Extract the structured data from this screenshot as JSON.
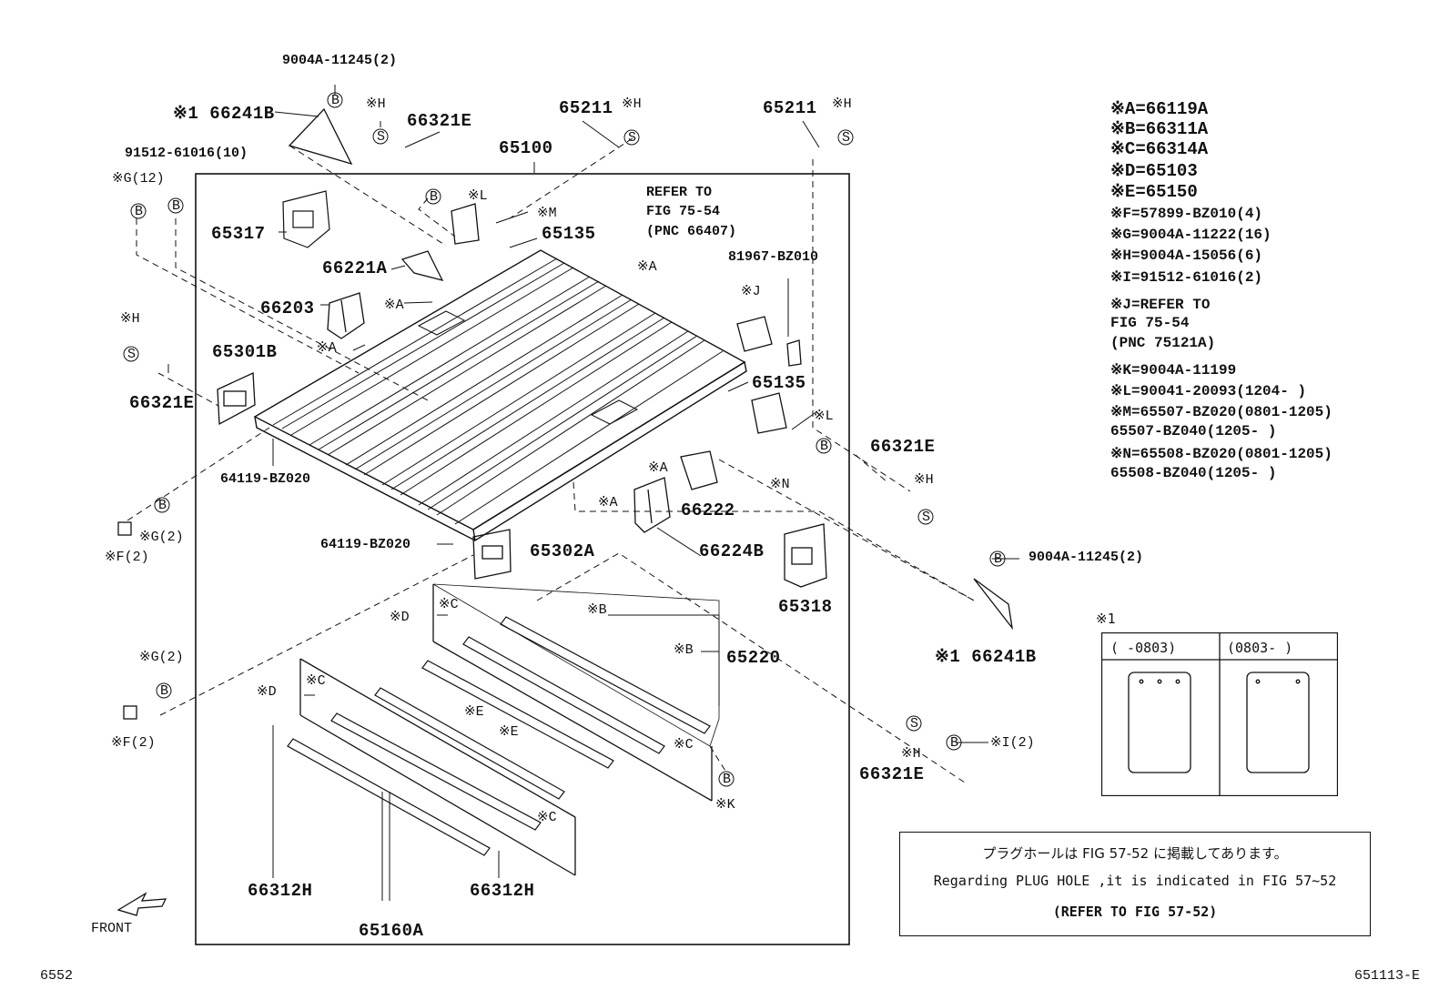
{
  "page": {
    "figure_code": "6552",
    "figure_ref": "651113-E"
  },
  "callouts": {
    "c_900_top": "9004A-11245(2)",
    "c_66241b_top": "※1  66241B",
    "c_h1": "※H",
    "c_66321e_top": "66321E",
    "c_65211_a": "65211",
    "c_h2": "※H",
    "c_65211_b": "65211",
    "c_h3": "※H",
    "c_91512": "91512-61016(10)",
    "c_g12": "※G(12)",
    "c_65100": "65100",
    "c_l": "※L",
    "c_m": "※M",
    "c_65135_a": "65135",
    "c_refer": "REFER TO",
    "c_fig": "FIG 75-54",
    "c_pnc": "(PNC 66407)",
    "c_81967": "81967-BZ010",
    "c_65317": "65317",
    "c_66221a": "66221A",
    "c_a1": "※A",
    "c_66203": "66203",
    "c_a2": "※A",
    "c_a3": "※A",
    "c_j": "※J",
    "c_h4": "※H",
    "c_65301b": "65301B",
    "c_66321e_left": "66321E",
    "c_65135_b": "65135",
    "c_l2": "※L",
    "c_64119_a": "64119-BZ020",
    "c_66321e_right": "66321E",
    "c_h5": "※H",
    "c_n": "※N",
    "c_a4": "※A",
    "c_a5": "※A",
    "c_66222": "66222",
    "c_g2a": "※G(2)",
    "c_f2a": "※F(2)",
    "c_64119_b": "64119-BZ020",
    "c_65302a": "65302A",
    "c_66224b": "66224B",
    "c_65318": "65318",
    "c_900_right": "9004A-11245(2)",
    "c_66241b_right": "※1  66241B",
    "c_d1": "※D",
    "c_c1": "※C",
    "c_b1": "※B",
    "c_b2": "※B",
    "c_65220": "65220",
    "c_g2b": "※G(2)",
    "c_f2b": "※F(2)",
    "c_d2": "※D",
    "c_c2": "※C",
    "c_e1": "※E",
    "c_e2": "※E",
    "c_c3": "※C",
    "c_c4": "※C",
    "c_k": "※K",
    "c_h6": "※H",
    "c_66321e_bot": "66321E",
    "c_i2": "※I(2)",
    "c_66312h_a": "66312H",
    "c_66312h_b": "66312H",
    "c_65160a": "65160A",
    "c_front": "FRONT"
  },
  "bolt_symbols": {
    "b": "B",
    "s": "S"
  },
  "legend": [
    {
      "text": "※A=66119A",
      "big": true
    },
    {
      "text": "※B=66311A",
      "big": true
    },
    {
      "text": "※C=66314A",
      "big": true
    },
    {
      "text": "※D=65103",
      "big": true
    },
    {
      "text": "※E=65150",
      "big": true
    },
    {
      "text": "※F=57899-BZ010(4)",
      "big": false
    },
    {
      "text": "※G=9004A-11222(16)",
      "big": false
    },
    {
      "text": "※H=9004A-15056(6)",
      "big": false
    },
    {
      "text": "※I=91512-61016(2)",
      "big": false
    },
    {
      "text": "※J=REFER TO",
      "big": false
    },
    {
      "text": "    FIG 75-54",
      "big": false
    },
    {
      "text": "    (PNC 75121A)",
      "big": false
    },
    {
      "text": "※K=9004A-11199",
      "big": false
    },
    {
      "text": "※L=90041-20093(1204-      )",
      "big": false
    },
    {
      "text": "※M=65507-BZ020(0801-1205)",
      "big": false
    },
    {
      "text": "   65507-BZ040(1205-      )",
      "big": false
    },
    {
      "text": "※N=65508-BZ020(0801-1205)",
      "big": false
    },
    {
      "text": "   65508-BZ040(1205-      )",
      "big": false
    }
  ],
  "inset": {
    "caption": "※1",
    "col1": "(      -0803)",
    "col2": "(0803-      )"
  },
  "note": {
    "jp": "プラグホールは FIG 57-52 に掲載してあります。",
    "en": "Regarding PLUG HOLE ,it is indicated in FIG 57~52",
    "ref": "(REFER TO FIG 57-52)"
  }
}
